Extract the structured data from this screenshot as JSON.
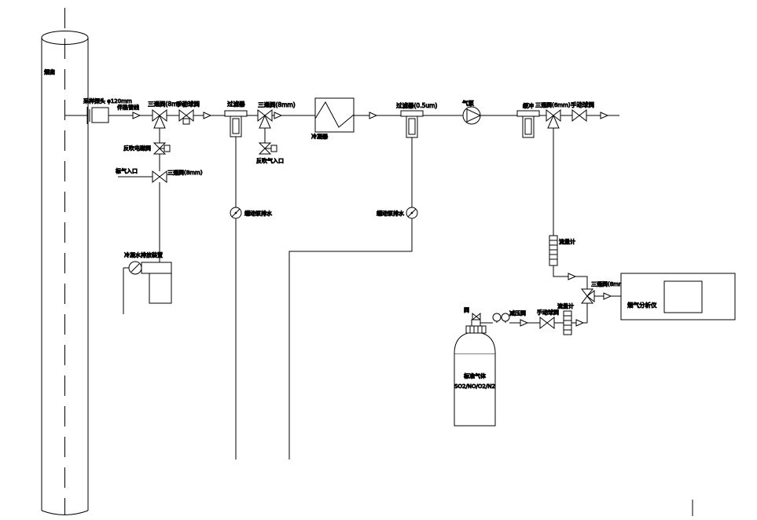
{
  "labels": {
    "stack": "烟囱",
    "probe": "采样探头 φ120mm",
    "heated_line": "伴热管线",
    "three_way_8mm": "三通阀(8mm)",
    "three_way_6mm": "三通阀(6mm)",
    "manual_ball_valve": "手动球阀",
    "blowback_solenoid": "反吹电磁阀",
    "cal_gas_inlet": "标气入口",
    "blowback_inlet": "反吹气入口",
    "filter": "过滤器",
    "condenser": "冷凝器",
    "fine_filter": "过滤器(0.5um)",
    "peristaltic_pump": "蠕动泵排水",
    "sample_pump": "气泵",
    "buffer": "缓冲",
    "flowmeter": "流量计",
    "regulator": "减压阀",
    "cylinder_valve": "阀",
    "separator": "冷凝水排放装置",
    "analyzer": "烟气分析仪",
    "cylinder_name": "标准气体",
    "cylinder_gases": "SO2/NO/O2/N2"
  }
}
